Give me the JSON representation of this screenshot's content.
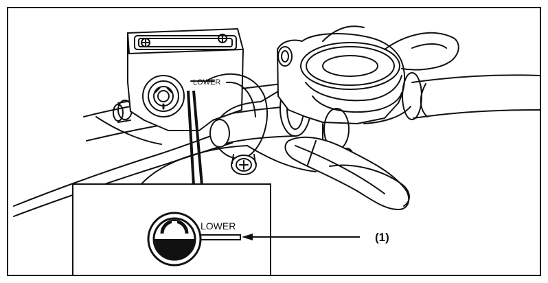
{
  "illustration": {
    "mirror_label": "LOWER",
    "inset_label": "LOWER",
    "callout_number": "(1)"
  }
}
